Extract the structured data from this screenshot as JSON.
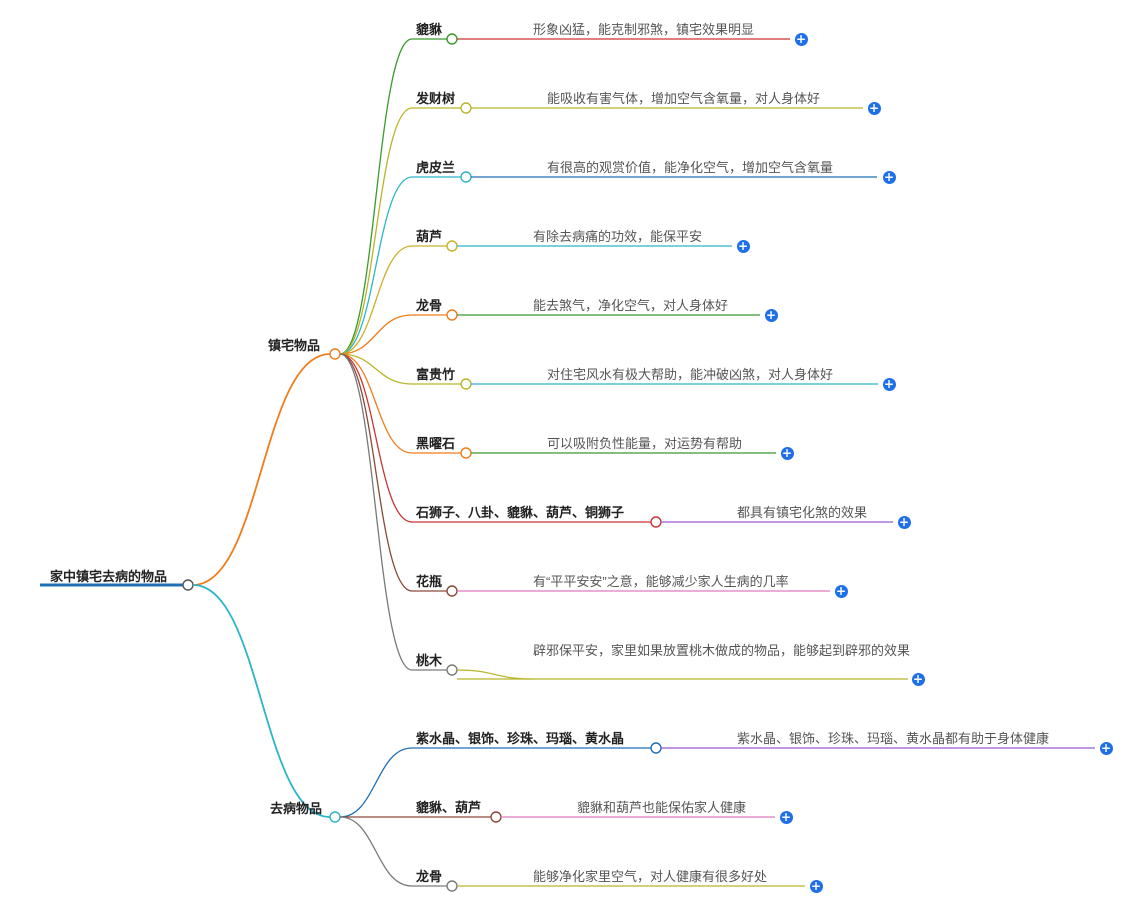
{
  "root": {
    "label": "家中镇宅去病的物品"
  },
  "branches": [
    {
      "label": "镇宅物品",
      "items": [
        {
          "label": "貔貅",
          "desc": "形象凶猛，能克制邪煞，镇宅效果明显",
          "color": "#3a9a2c"
        },
        {
          "label": "发财树",
          "desc": "能吸收有害气体，增加空气含氧量，对人身体好",
          "color": "#b9b52a"
        },
        {
          "label": "虎皮兰",
          "desc": "有很高的观赏价值，能净化空气，增加空气含氧量",
          "color": "#2bb5c8"
        },
        {
          "label": "葫芦",
          "desc": "有除去病痛的功效，能保平安",
          "color": "#c8b22a"
        },
        {
          "label": "龙骨",
          "desc": "能去煞气，净化空气，对人身体好",
          "color": "#ef7d1a"
        },
        {
          "label": "富贵竹",
          "desc": "对住宅风水有极大帮助，能冲破凶煞，对人身体好",
          "color": "#b9b52a"
        },
        {
          "label": "黑曜石",
          "desc": "可以吸附负性能量，对运势有帮助",
          "color": "#ef7d1a"
        },
        {
          "label": "石狮子、八卦、貔貅、葫芦、铜狮子",
          "desc": "都具有镇宅化煞的效果",
          "color": "#cc3333"
        },
        {
          "label": "花瓶",
          "desc": "有“平平安安”之意，能够减少家人生病的几率",
          "color": "#8a4a3a"
        },
        {
          "label": "桃木",
          "desc": "辟邪保平安，家里如果放置桃木做成的物品，能够起到辟邪的效果",
          "color": "#7a7a7a"
        }
      ]
    },
    {
      "label": "去病物品",
      "items": [
        {
          "label": "紫水晶、银饰、珍珠、玛瑙、黄水晶",
          "desc": "紫水晶、银饰、珍珠、玛瑙、黄水晶都有助于身体健康",
          "color": "#1f6fb5"
        },
        {
          "label": "貔貅、葫芦",
          "desc": "貔貅和葫芦也能保佑家人健康",
          "color": "#8a4a3a"
        },
        {
          "label": "龙骨",
          "desc": "能够净化家里空气，对人健康有很多好处",
          "color": "#7a7a7a"
        }
      ]
    }
  ],
  "expand_icon": "plus-circle-icon"
}
